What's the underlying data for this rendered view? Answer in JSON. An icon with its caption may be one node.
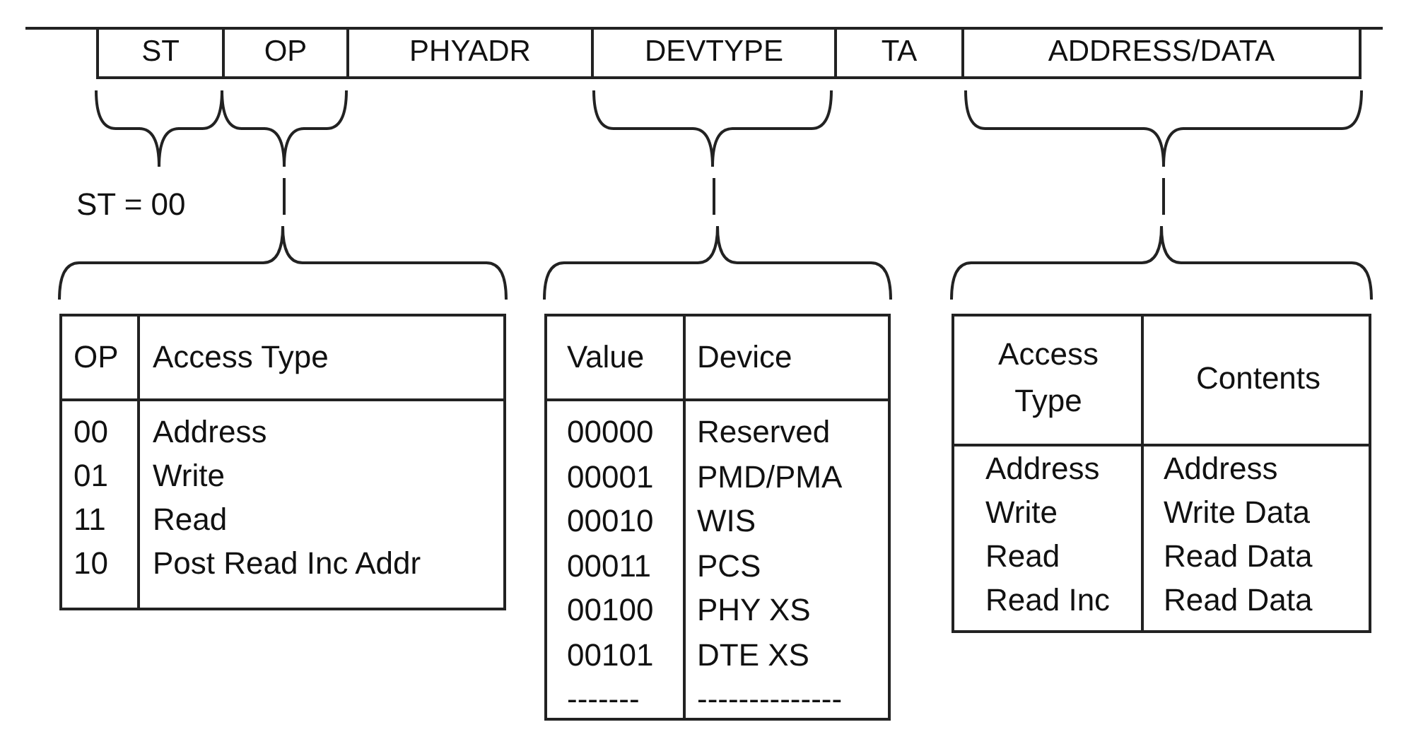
{
  "diagram": {
    "nodes": [
      {
        "text": [
          "ST"
        ]
      },
      {
        "text": [
          "OP"
        ]
      },
      {
        "text": [
          "PHYADR"
        ]
      },
      {
        "text": [
          "DEVTYPE"
        ]
      },
      {
        "text": [
          "TA"
        ]
      },
      {
        "text": [
          "ADDRESS/DATA"
        ]
      },
      {
        "text": [
          "OP",
          "Access Type",
          "00",
          "Address",
          "01",
          "Write",
          "11",
          "Read",
          "10",
          "Post Read Inc Addr"
        ]
      },
      {
        "text": [
          "Value",
          "Device",
          "00000",
          "Reserved",
          "00001",
          "PMD/PMA",
          "00010",
          "WIS",
          "00011",
          "PCS",
          "00100",
          "PHY XS",
          "00101",
          "DTE XS",
          "-------",
          "--------------"
        ]
      },
      {
        "text": [
          "Access Type",
          "Contents",
          "Address",
          "Address",
          "Write",
          "Write Data",
          "Read",
          "Read Data",
          "Read Inc",
          "Read Data"
        ]
      }
    ],
    "labels": [
      "ST = 00"
    ]
  }
}
